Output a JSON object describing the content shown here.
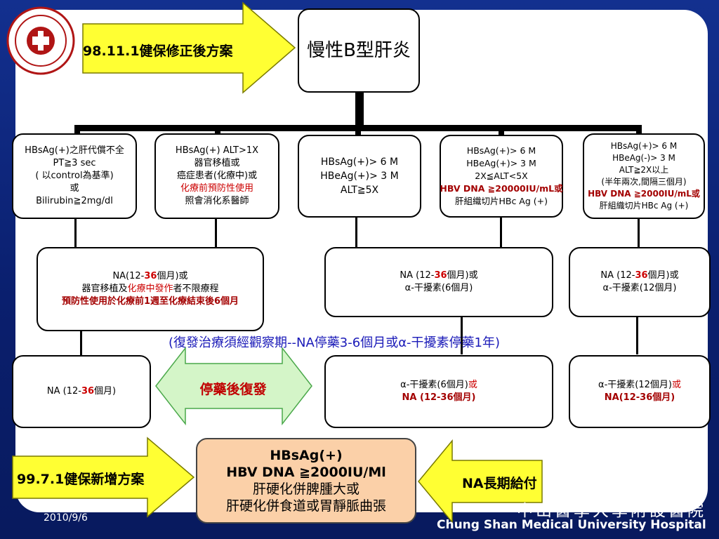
{
  "top_arrow_label": "98.11.1健保修正後方案",
  "top_box": "慢性B型肝炎",
  "criteria": [
    {
      "lines": [
        "HBsAg(+)之肝代償不全",
        "PT≧3 sec",
        "( 以control為基準)",
        "或",
        "Bilirubin≧2mg/dl"
      ],
      "highlight": ""
    },
    {
      "lines": [
        "HBsAg(+) ALT>1X",
        "器官移植或",
        "癌症患者(化療中)或"
      ],
      "highlight": "化療前預防性使用",
      "after": "照會消化系醫師"
    },
    {
      "lines": [
        "HBsAg(+)> 6 M",
        "HBeAg(+)> 3 M",
        "ALT≧5X"
      ],
      "highlight": ""
    },
    {
      "lines": [
        "HBsAg(+)> 6 M",
        "HBeAg(+)> 3 M",
        "2X≦ALT<5X"
      ],
      "highlight": "HBV DNA ≧20000IU/mL或",
      "after": "肝組織切片HBc Ag (+)"
    },
    {
      "lines": [
        "HBsAg(+)> 6 M",
        "HBeAg(-)> 3 M",
        "ALT≧2X以上",
        "(半年兩次,間隔三個月)"
      ],
      "highlight": "HBV DNA ≧2000IU/mL或",
      "after": "肝組織切片HBc Ag (+)"
    }
  ],
  "treatment": [
    {
      "l1_pre": "NA(12-",
      "l1_num": "36",
      "l1_post": "個月)或",
      "l2_pre": "器官移植及",
      "l2_red": "化療中發作",
      "l2_post": "者不限療程",
      "l3_red": "預防性使用於化療前1週至化療結束後6個月"
    },
    {
      "l1_pre": "NA (12-",
      "l1_num": "36",
      "l1_post": "個月)或",
      "l2": "α-干擾素(6個月)"
    },
    {
      "l1_pre": "NA (12-",
      "l1_num": "36",
      "l1_post": "個月)或",
      "l2": "α-干擾素(12個月)"
    }
  ],
  "observation_note": "(復發治療須經觀察期--NA停藥3-6個月或α-干擾素停藥1年)",
  "relapse_label": "停藥後復發",
  "retreatment": [
    {
      "pre": "NA (12-",
      "num": "36",
      "post": "個月)"
    },
    {
      "l1": "α-干擾素(6個月)",
      "l1_red": "或",
      "l2": "NA (12-36個月)"
    },
    {
      "l1": "α-干擾素(12個月)",
      "l1_red": "或",
      "l2": "NA(12-36個月)"
    }
  ],
  "bottom_left_label": "99.7.1健保新增方案",
  "bottom_box": [
    "HBsAg(+)",
    "HBV DNA ≧2000IU/Ml",
    "肝硬化併脾腫大或",
    "肝硬化併食道或胃靜脈曲張"
  ],
  "bottom_right_label": "NA長期給付",
  "date": "2010/9/6",
  "hospital_zh": "中山醫學大學附設醫院",
  "hospital_en": "Chung Shan Medical University Hospital",
  "colors": {
    "arrow_yellow": "#ffff33",
    "relapse_green": "#d4f5c8",
    "bottom_box": "#fbd0a8",
    "highlight_red": "#cc0000",
    "note_blue": "#1a1ab8",
    "background_navy": "#0a1f6e"
  }
}
